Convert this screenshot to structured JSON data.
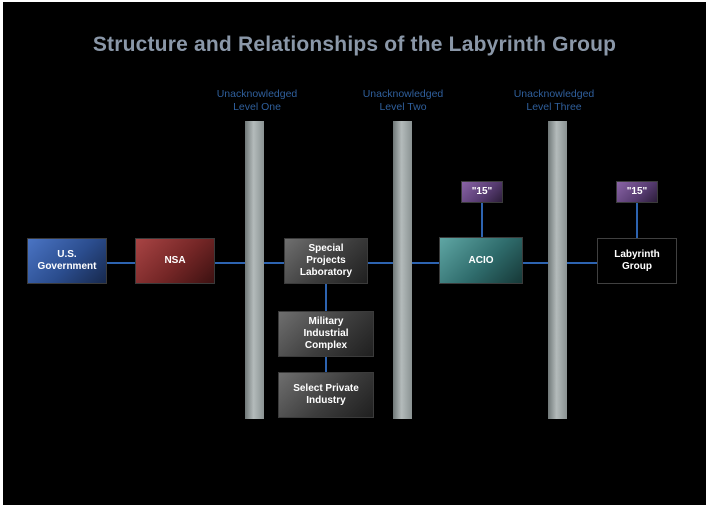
{
  "title": "Structure and Relationships of the Labyrinth Group",
  "levels": [
    {
      "line1": "Unacknowledged",
      "line2": "Level One"
    },
    {
      "line1": "Unacknowledged",
      "line2": "Level Two"
    },
    {
      "line1": "Unacknowledged",
      "line2": "Level Three"
    }
  ],
  "nodes": {
    "us_government": "U.S.\nGovernment",
    "nsa": "NSA",
    "special_projects": "Special\nProjects\nLaboratory",
    "military_industrial": "Military\nIndustrial\nComplex",
    "select_private": "Select Private\nIndustry",
    "acio": "ACIO",
    "labyrinth": "Labyrinth\nGroup",
    "acio_count": "\"15\"",
    "labyrinth_count": "\"15\""
  },
  "colors": {
    "background": "#000000",
    "title": "#8a97a8",
    "level_label": "#2f5f9c",
    "connector": "#2d63b0",
    "us_government": "#3a5fa8",
    "nsa": "#8e3434",
    "acio": "#3f8482",
    "count_badge": "#6b4a88",
    "neutral": "#4a4a4a"
  }
}
